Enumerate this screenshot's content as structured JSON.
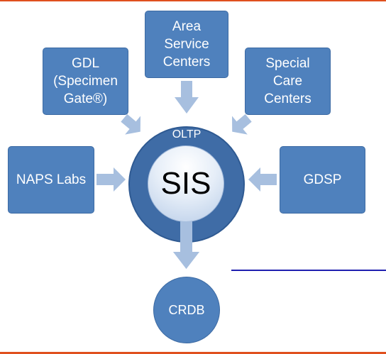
{
  "nodes": {
    "area_service_centers": "Area\nService\nCenters",
    "gdl": "GDL\n(Specimen\nGate®)",
    "special_care_centers": "Special\nCare\nCenters",
    "naps_labs": "NAPS Labs",
    "gdsp": "GDSP",
    "oltp": "OLTP",
    "sis": "SIS",
    "crdb": "CRDB"
  },
  "colors": {
    "node_fill": "#4f81bd",
    "arrow_fill": "#a7bfdf",
    "accent_rule": "#e0501e",
    "blue_line": "#1f1fb0"
  }
}
